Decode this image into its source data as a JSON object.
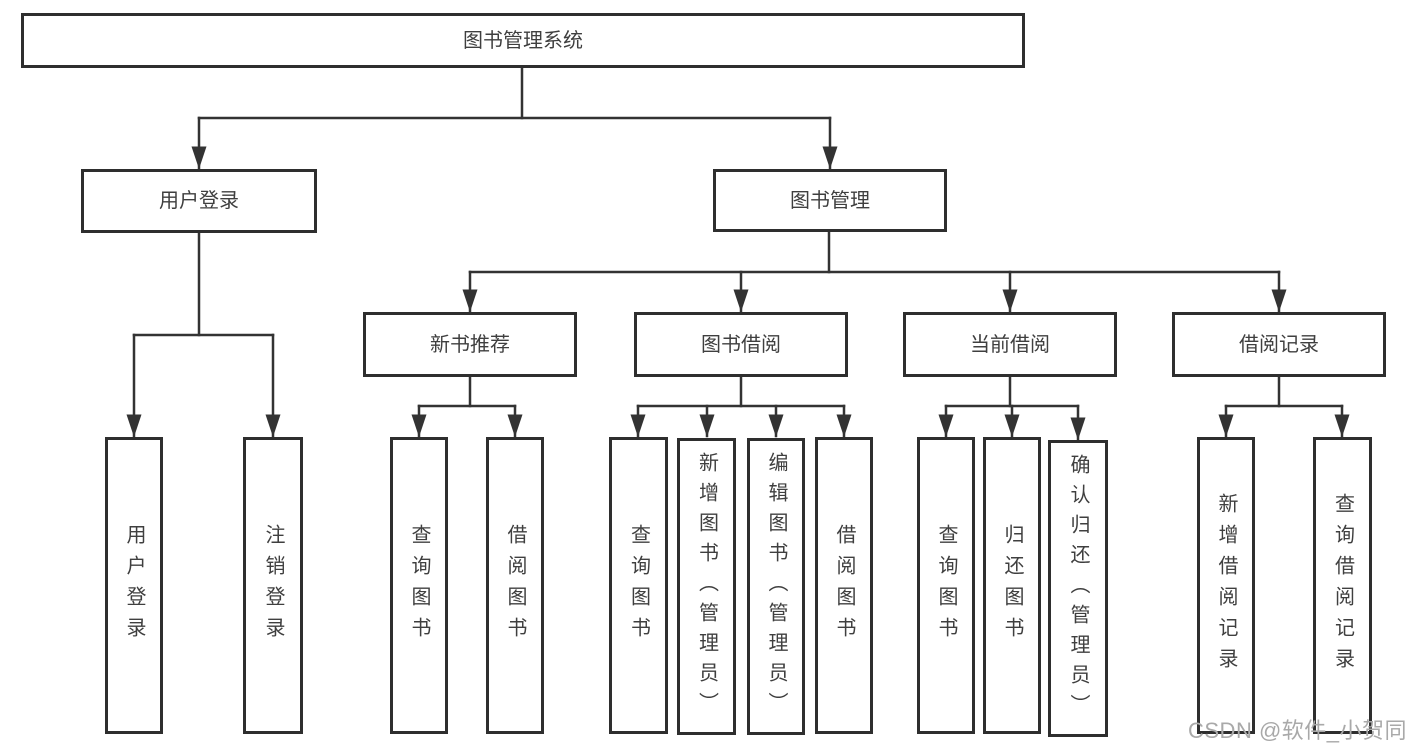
{
  "diagram_title": "图书管理系统",
  "tree": {
    "root": {
      "label": "图书管理系统"
    },
    "level2": [
      {
        "label": "用户登录"
      },
      {
        "label": "图书管理"
      }
    ],
    "level3": [
      {
        "label": "新书推荐",
        "parent": "图书管理"
      },
      {
        "label": "图书借阅",
        "parent": "图书管理"
      },
      {
        "label": "当前借阅",
        "parent": "图书管理"
      },
      {
        "label": "借阅记录",
        "parent": "图书管理"
      }
    ],
    "leaves": [
      {
        "label": "用户登录",
        "parent": "用户登录"
      },
      {
        "label": "注销登录",
        "parent": "用户登录"
      },
      {
        "label": "查询图书",
        "parent": "新书推荐"
      },
      {
        "label": "借阅图书",
        "parent": "新书推荐"
      },
      {
        "label": "查询图书",
        "parent": "图书借阅"
      },
      {
        "label": "新增图书（管理员）",
        "parent": "图书借阅"
      },
      {
        "label": "编辑图书（管理员）",
        "parent": "图书借阅"
      },
      {
        "label": "借阅图书",
        "parent": "图书借阅"
      },
      {
        "label": "查询图书",
        "parent": "当前借阅"
      },
      {
        "label": "归还图书",
        "parent": "当前借阅"
      },
      {
        "label": "确认归还（管理员）",
        "parent": "当前借阅"
      },
      {
        "label": "新增借阅记录",
        "parent": "借阅记录"
      },
      {
        "label": "查询借阅记录",
        "parent": "借阅记录"
      }
    ]
  },
  "watermark": {
    "text": "CSDN @软件_小贺同学"
  },
  "colors": {
    "line": "#333333",
    "box_border": "#2e2e2e",
    "text": "#3f3f3f",
    "background": "#ffffff",
    "watermark": "#a9a9a9"
  }
}
